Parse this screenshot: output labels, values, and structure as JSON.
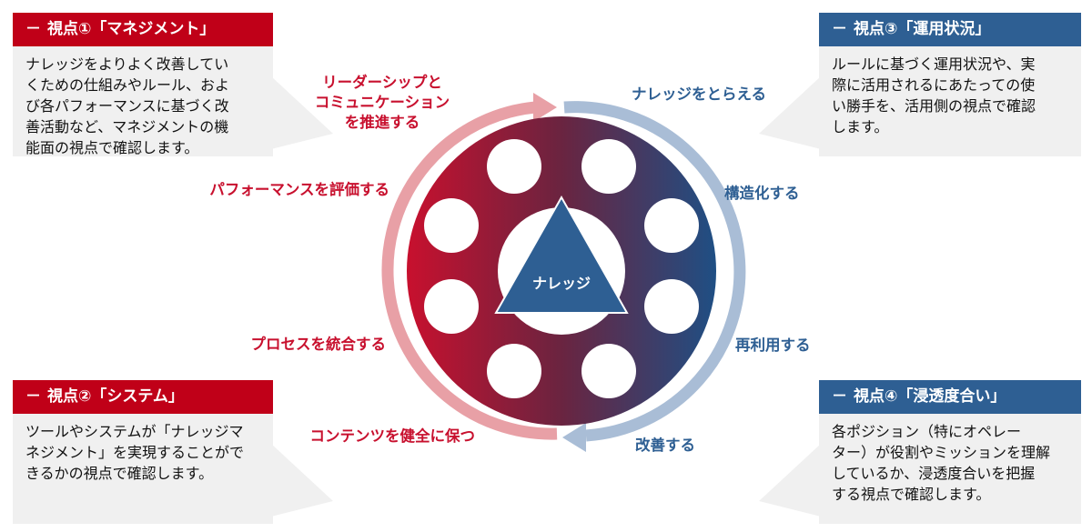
{
  "center_label": "ナレッジ",
  "cards": {
    "management": {
      "title": "視点①「マネジメント」",
      "lines": [
        "ナレッジをよりよく改善してい",
        "くための仕組みやルール、およ",
        "び各パフォーマンスに基づく改",
        "善活動など、マネジメントの機",
        "能面の視点で確認します。"
      ]
    },
    "system": {
      "title": "視点②「システム」",
      "lines": [
        "ツールやシステムが「ナレッジマ",
        "ネジメント」を実現することがで",
        "きるかの視点で確認します。"
      ]
    },
    "operation": {
      "title": "視点③「運用状況」",
      "lines": [
        "ルールに基づく運用状況や、実",
        "際に活用されるにあたっての使",
        "い勝手を、活用側の視点で確認",
        "します。"
      ]
    },
    "penetration": {
      "title": "視点④「浸透度合い」",
      "lines": [
        "各ポジション（特にオペレー",
        "ター）が役割やミッションを理解",
        "しているか、浸透度合いを把握",
        "する視点で確認します。"
      ]
    }
  },
  "steps_left": {
    "promote": [
      "リーダーシップと",
      "コミュニケーション",
      "を推進する"
    ],
    "evaluate": "パフォーマンスを評価する",
    "integrate": "プロセスを統合する",
    "maintain": "コンテンツを健全に保つ"
  },
  "steps_right": {
    "capture": "ナレッジをとらえる",
    "structure": "構造化する",
    "reuse": "再利用する",
    "improve": "改善する"
  },
  "card_dash": "－",
  "colors": {
    "red": "#c00018",
    "red_text": "#c8102e",
    "blue": "#2e5f93",
    "arc_red": "#e8a0a6",
    "arc_blue": "#a9bdd6",
    "card_bg": "#f0f0f0",
    "triangle": "#2e5f93"
  }
}
